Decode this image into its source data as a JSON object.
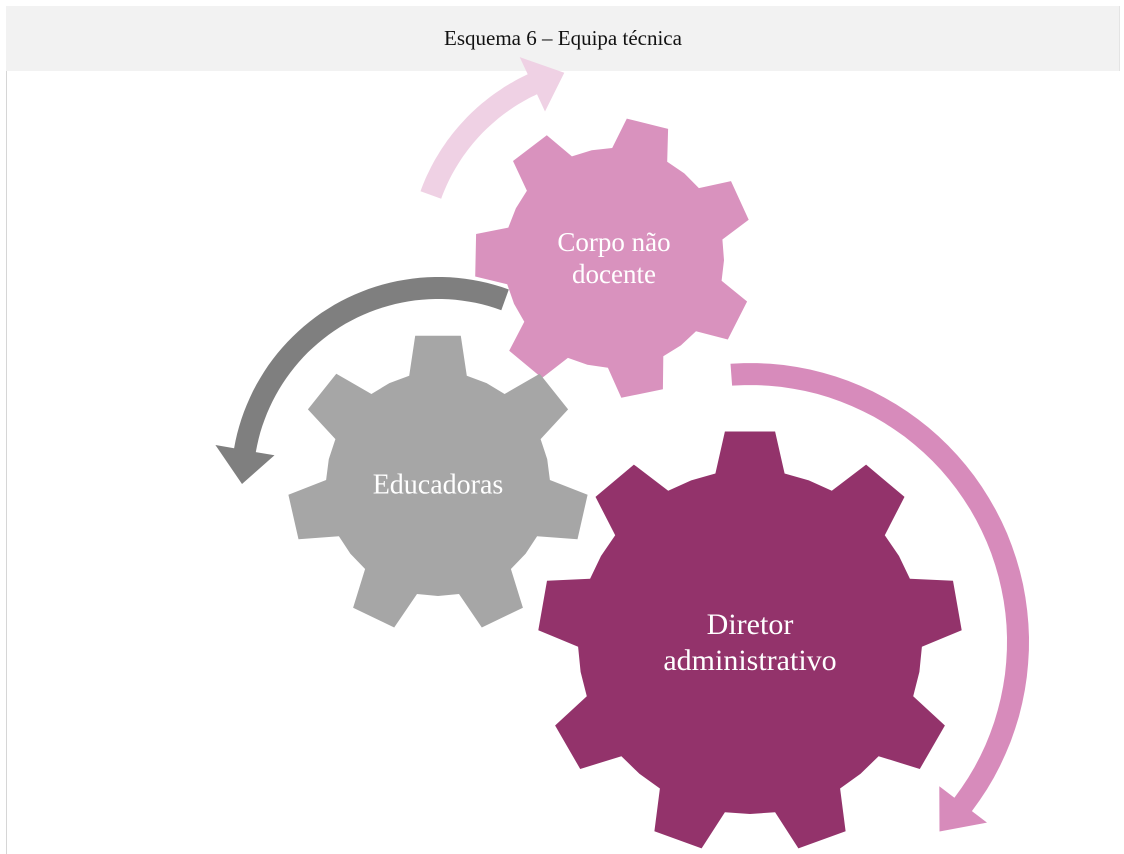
{
  "caption": "Esquema 6 – Equipa técnica",
  "gears": [
    {
      "id": "corpo",
      "lines": [
        "Corpo não",
        "docente"
      ],
      "color": "#d992be"
    },
    {
      "id": "educadoras",
      "lines": [
        "Educadoras"
      ],
      "color": "#a6a6a6"
    },
    {
      "id": "diretor",
      "lines": [
        "Diretor",
        "administrativo"
      ],
      "color": "#93336b"
    }
  ],
  "arrows": [
    {
      "id": "corpo-cycle",
      "color": "#efd1e4"
    },
    {
      "id": "educadoras-cycle",
      "color": "#7f7f7f"
    },
    {
      "id": "diretor-cycle",
      "color": "#d78bbb"
    }
  ]
}
